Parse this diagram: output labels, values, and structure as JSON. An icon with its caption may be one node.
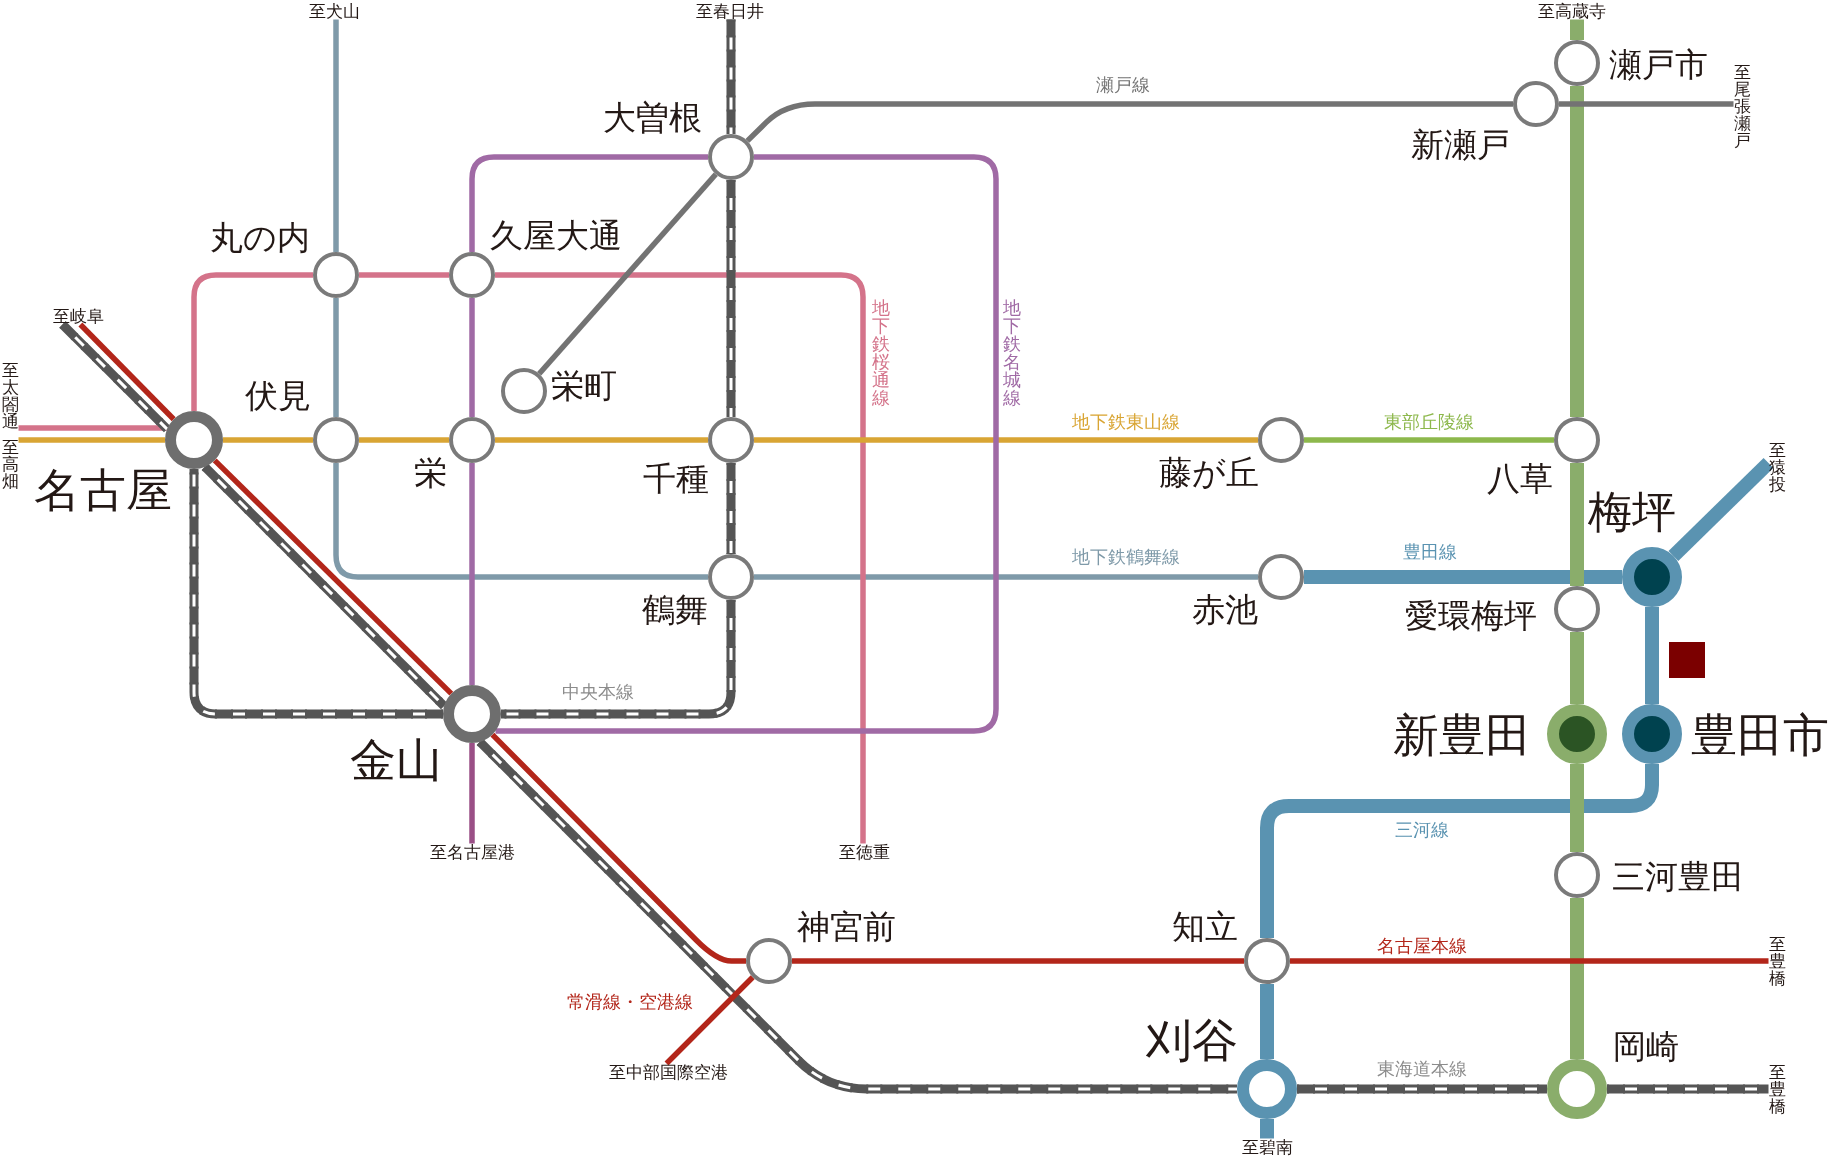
{
  "diagram": {
    "nodes": [
      {
        "text": [
          "至犬山"
        ]
      },
      {
        "text": [
          "至春日井"
        ]
      },
      {
        "text": [
          "至高蔵寺"
        ]
      },
      {
        "text": [
          "瀬戸市"
        ]
      },
      {
        "text": [
          "至尾張瀬戸"
        ]
      },
      {
        "text": [
          "新瀬戸"
        ]
      },
      {
        "text": [
          "大曽根"
        ]
      },
      {
        "text": [
          "丸の内"
        ]
      },
      {
        "text": [
          "久屋大通"
        ]
      },
      {
        "text": [
          "至岐阜"
        ]
      },
      {
        "text": [
          "至太閤通"
        ]
      },
      {
        "text": [
          "栄町"
        ]
      },
      {
        "text": [
          "伏見"
        ]
      },
      {
        "text": [
          "名古屋"
        ]
      },
      {
        "text": [
          "至高畑"
        ]
      },
      {
        "text": [
          "栄"
        ]
      },
      {
        "text": [
          "千種"
        ]
      },
      {
        "text": [
          "藤が丘"
        ]
      },
      {
        "text": [
          "八草"
        ]
      },
      {
        "text": [
          "至猿投"
        ]
      },
      {
        "text": [
          "梅坪"
        ]
      },
      {
        "text": [
          "鶴舞"
        ]
      },
      {
        "text": [
          "赤池"
        ]
      },
      {
        "text": [
          "愛環梅坪"
        ]
      },
      {
        "text": [
          "新豊田"
        ]
      },
      {
        "text": [
          "豊田市"
        ]
      },
      {
        "text": [
          "金山"
        ]
      },
      {
        "text": [
          "至名古屋港"
        ]
      },
      {
        "text": [
          "至徳重"
        ]
      },
      {
        "text": [
          "三河豊田"
        ]
      },
      {
        "text": [
          "神宮前"
        ]
      },
      {
        "text": [
          "知立"
        ]
      },
      {
        "text": [
          "至豊橋"
        ]
      },
      {
        "text": [
          "至中部国際空港"
        ]
      },
      {
        "text": [
          "刈谷"
        ]
      },
      {
        "text": [
          "岡崎"
        ]
      },
      {
        "text": [
          "至豊橋"
        ]
      },
      {
        "text": [
          "至碧南"
        ]
      }
    ],
    "edges": [
      {
        "from": 0,
        "to": 7,
        "arrow": "none",
        "color": "#7f9aa9"
      },
      {
        "from": 7,
        "to": 12,
        "arrow": "none",
        "color": "#7f9aa9"
      },
      {
        "from": 12,
        "to": 21,
        "arrow": "none",
        "color": "#7f9aa9"
      },
      {
        "from": 21,
        "to": 22,
        "arrow": "none",
        "color": "#7f9aa9",
        "label": "地下鉄鶴舞線"
      },
      {
        "from": 22,
        "to": 20,
        "arrow": "none",
        "color": "#5a93b1",
        "style": "thick",
        "label": "豊田線"
      },
      {
        "from": 19,
        "to": 20,
        "arrow": "none",
        "color": "#5a93b1",
        "style": "thick"
      },
      {
        "from": 20,
        "to": 25,
        "arrow": "none",
        "color": "#5a93b1",
        "style": "thick"
      },
      {
        "from": 25,
        "to": 31,
        "arrow": "none",
        "color": "#5a93b1",
        "style": "thick",
        "label": "三河線"
      },
      {
        "from": 31,
        "to": 34,
        "arrow": "none",
        "color": "#5a93b1",
        "style": "thick"
      },
      {
        "from": 34,
        "to": 37,
        "arrow": "none",
        "color": "#5a93b1",
        "style": "thick"
      },
      {
        "from": 10,
        "to": 13,
        "arrow": "none",
        "color": "#d4738a"
      },
      {
        "from": 13,
        "to": 7,
        "arrow": "none",
        "color": "#d4738a"
      },
      {
        "from": 7,
        "to": 8,
        "arrow": "none",
        "color": "#d4738a"
      },
      {
        "from": 8,
        "to": 28,
        "arrow": "none",
        "color": "#d4738a",
        "label": "地下鉄桜通線"
      },
      {
        "from": 14,
        "to": 13,
        "arrow": "none",
        "color": "#d9a534"
      },
      {
        "from": 13,
        "to": 12,
        "arrow": "none",
        "color": "#d9a534"
      },
      {
        "from": 12,
        "to": 15,
        "arrow": "none",
        "color": "#d9a534"
      },
      {
        "from": 15,
        "to": 16,
        "arrow": "none",
        "color": "#d9a534"
      },
      {
        "from": 16,
        "to": 17,
        "arrow": "none",
        "color": "#d9a534",
        "label": "地下鉄東山線"
      },
      {
        "from": 17,
        "to": 18,
        "arrow": "none",
        "color": "#8db84c",
        "label": "東部丘陵線"
      },
      {
        "from": 6,
        "to": 8,
        "arrow": "none",
        "color": "#a06aa5"
      },
      {
        "from": 8,
        "to": 15,
        "arrow": "none",
        "color": "#a06aa5"
      },
      {
        "from": 15,
        "to": 26,
        "arrow": "none",
        "color": "#a06aa5"
      },
      {
        "from": 26,
        "to": 6,
        "arrow": "none",
        "color": "#a06aa5",
        "label": "地下鉄名城線"
      },
      {
        "from": 26,
        "to": 27,
        "arrow": "none",
        "color": "#9a4f86"
      },
      {
        "from": 11,
        "to": 6,
        "arrow": "none",
        "color": "#737373"
      },
      {
        "from": 6,
        "to": 5,
        "arrow": "none",
        "color": "#737373",
        "label": "瀬戸線"
      },
      {
        "from": 5,
        "to": 4,
        "arrow": "none",
        "color": "#737373"
      },
      {
        "from": 1,
        "to": 6,
        "arrow": "none",
        "color": "#555555",
        "style": "dashed"
      },
      {
        "from": 6,
        "to": 16,
        "arrow": "none",
        "color": "#555555",
        "style": "dashed"
      },
      {
        "from": 16,
        "to": 21,
        "arrow": "none",
        "color": "#555555",
        "style": "dashed"
      },
      {
        "from": 21,
        "to": 26,
        "arrow": "none",
        "color": "#555555",
        "style": "dashed",
        "label": "中央本線"
      },
      {
        "from": 26,
        "to": 13,
        "arrow": "none",
        "color": "#555555",
        "style": "dashed"
      },
      {
        "from": 9,
        "to": 13,
        "arrow": "none",
        "color": "#555555",
        "style": "dashed"
      },
      {
        "from": 13,
        "to": 26,
        "arrow": "none",
        "color": "#555555",
        "style": "dashed"
      },
      {
        "from": 26,
        "to": 34,
        "arrow": "none",
        "color": "#555555",
        "style": "dashed"
      },
      {
        "from": 34,
        "to": 35,
        "arrow": "none",
        "color": "#555555",
        "style": "dashed",
        "label": "東海道本線"
      },
      {
        "from": 35,
        "to": 36,
        "arrow": "none",
        "color": "#555555",
        "style": "dashed"
      },
      {
        "from": 9,
        "to": 13,
        "arrow": "none",
        "color": "#b3261a"
      },
      {
        "from": 13,
        "to": 26,
        "arrow": "none",
        "color": "#b3261a"
      },
      {
        "from": 26,
        "to": 30,
        "arrow": "none",
        "color": "#b3261a"
      },
      {
        "from": 30,
        "to": 31,
        "arrow": "none",
        "color": "#b3261a"
      },
      {
        "from": 31,
        "to": 32,
        "arrow": "none",
        "color": "#b3261a",
        "label": "名古屋本線"
      },
      {
        "from": 30,
        "to": 33,
        "arrow": "none",
        "color": "#b3261a",
        "label": "常滑線・空港線"
      },
      {
        "from": 2,
        "to": 3,
        "arrow": "none",
        "color": "#8aad6b",
        "style": "thick"
      },
      {
        "from": 3,
        "to": 18,
        "arrow": "none",
        "color": "#8aad6b",
        "style": "thick"
      },
      {
        "from": 18,
        "to": 23,
        "arrow": "none",
        "color": "#8aad6b",
        "style": "thick"
      },
      {
        "from": 23,
        "to": 24,
        "arrow": "none",
        "color": "#8aad6b",
        "style": "thick"
      },
      {
        "from": 24,
        "to": 29,
        "arrow": "none",
        "color": "#8aad6b",
        "style": "thick"
      },
      {
        "from": 29,
        "to": 35,
        "arrow": "none",
        "color": "#8aad6b",
        "style": "thick"
      }
    ]
  }
}
